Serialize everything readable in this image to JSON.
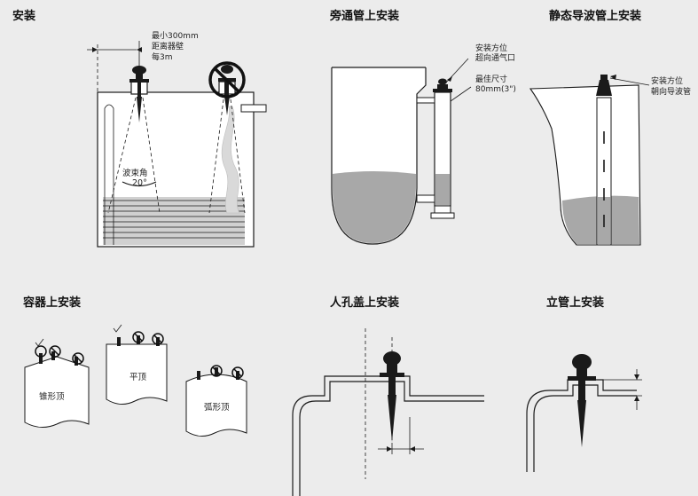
{
  "sections": {
    "install": {
      "title": "安装",
      "note_min_distance": "最小300mm",
      "note_from_wall": "距离器壁",
      "note_per_3m": "每3m",
      "beam_angle_label": "波束角",
      "beam_angle_value": "20°"
    },
    "bypass": {
      "title": "旁通管上安装",
      "note_install_direction": "安装方位",
      "note_toward_vent": "超向通气口",
      "note_best_size": "最佳尺寸",
      "note_size_value": "80mm(3\")"
    },
    "stilling": {
      "title": "静态导波管上安装",
      "note_install_direction": "安装方位",
      "note_toward_tube": "朝向导波管"
    },
    "vessel_top": {
      "title": "容器上安装",
      "label_cone_top": "锥形顶",
      "label_flat_top": "平顶",
      "label_arc_top": "弧形顶"
    },
    "manhole": {
      "title": "人孔盖上安装"
    },
    "riser": {
      "title": "立管上安装"
    }
  },
  "colors": {
    "background": "#ececec",
    "liquid": "#a8a8a8",
    "line": "#1a1a1a",
    "forbid": "#111111"
  }
}
